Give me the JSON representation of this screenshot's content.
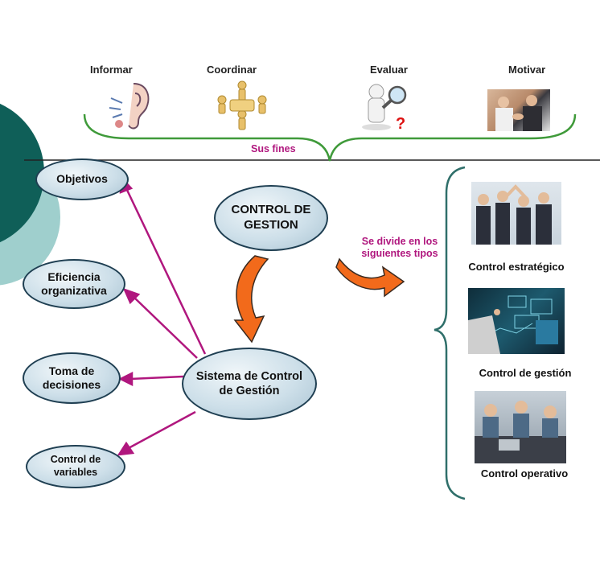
{
  "top": {
    "functions": [
      "Informar",
      "Coordinar",
      "Evaluar",
      "Motivar"
    ],
    "brace_label": "Sus fines"
  },
  "center": {
    "main_node": "CONTROL DE GESTION",
    "system_node": "Sistema de Control de Gestión",
    "divide_label": "Se divide en los siguientes tipos"
  },
  "left_nodes": [
    "Objetivos",
    "Eficiencia organizativa",
    "Toma de decisiones",
    "Control de variables"
  ],
  "right_types": [
    "Control estratégico",
    "Control de gestión",
    "Control operativo"
  ],
  "colors": {
    "teal_dark": "#0f5f58",
    "teal_light": "#9fcfcd",
    "brace_green": "#3f9a3a",
    "arrow_magenta": "#b0177e",
    "arrow_orange": "#f26a1b",
    "right_brace": "#2f6f6a"
  },
  "icons": [
    "ear-icon",
    "people-puzzle-icon",
    "magnifier-question-icon",
    "handshake-photo"
  ]
}
